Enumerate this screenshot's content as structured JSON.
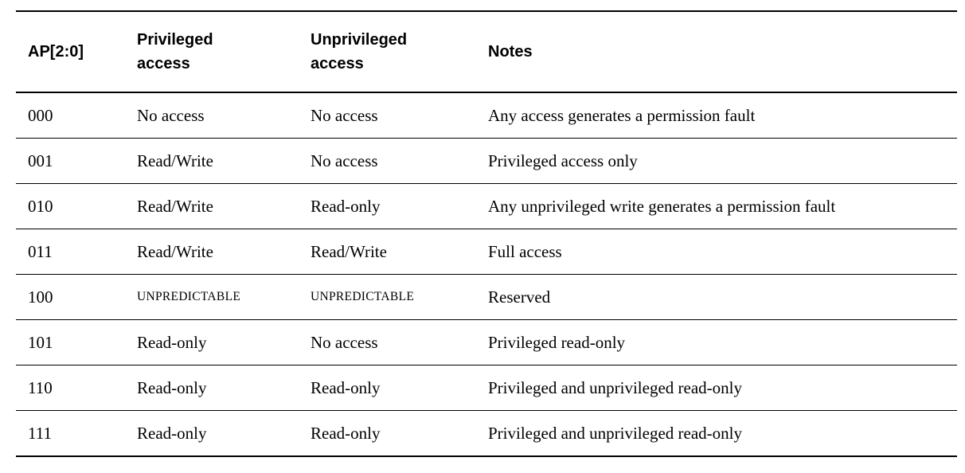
{
  "document": {
    "background_color": "#ffffff",
    "text_color": "#000000",
    "rule_color": "#000000"
  },
  "table": {
    "columns": [
      {
        "id": "ap",
        "label": "AP[2:0]"
      },
      {
        "id": "privileged",
        "label": "Privileged\naccess"
      },
      {
        "id": "unprivileged",
        "label": "Unprivileged\naccess"
      },
      {
        "id": "notes",
        "label": "Notes"
      }
    ],
    "rows": [
      {
        "ap": "000",
        "privileged": "No access",
        "unprivileged": "No access",
        "notes": "Any access generates a permission fault"
      },
      {
        "ap": "001",
        "privileged": "Read/Write",
        "unprivileged": "No access",
        "notes": "Privileged access only"
      },
      {
        "ap": "010",
        "privileged": "Read/Write",
        "unprivileged": "Read-only",
        "notes": "Any unprivileged write generates a permission fault"
      },
      {
        "ap": "011",
        "privileged": "Read/Write",
        "unprivileged": "Read/Write",
        "notes": "Full access"
      },
      {
        "ap": "100",
        "privileged": "UNPREDICTABLE",
        "unprivileged": "UNPREDICTABLE",
        "notes": "Reserved"
      },
      {
        "ap": "101",
        "privileged": "Read-only",
        "unprivileged": "No access",
        "notes": "Privileged read-only"
      },
      {
        "ap": "110",
        "privileged": "Read-only",
        "unprivileged": "Read-only",
        "notes": "Privileged and unprivileged read-only"
      },
      {
        "ap": "111",
        "privileged": "Read-only",
        "unprivileged": "Read-only",
        "notes": "Privileged and unprivileged read-only"
      }
    ]
  }
}
